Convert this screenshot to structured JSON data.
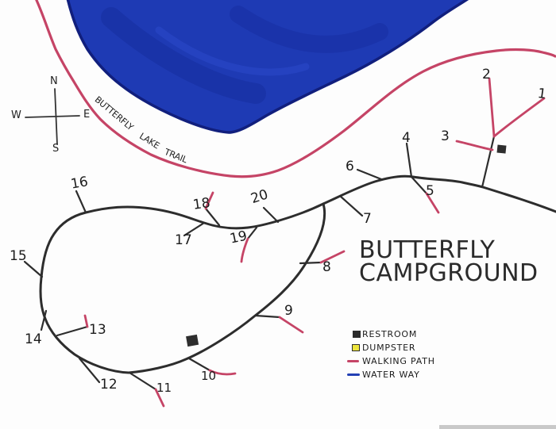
{
  "title": {
    "line1": "BUTTERFLY",
    "line2": "CAMPGROUND"
  },
  "trail_label": {
    "word1": "BUTTERFLY",
    "word2": "LAKE",
    "word3": "TRAIL"
  },
  "compass": {
    "north": "N",
    "east": "E",
    "south": "S",
    "west": "W"
  },
  "legend": {
    "items": [
      {
        "name": "restroom",
        "label": "RESTROOM",
        "swatch": "#2b2b2b"
      },
      {
        "name": "dumpster",
        "label": "DUMPSTER",
        "swatch": "#ece43c"
      },
      {
        "name": "walking-path",
        "label": "WALKING PATH",
        "swatch": "#c54466"
      },
      {
        "name": "water-way",
        "label": "WATER WAY",
        "swatch": "#2340b4"
      }
    ]
  },
  "sites": [
    {
      "number": "1"
    },
    {
      "number": "2"
    },
    {
      "number": "3"
    },
    {
      "number": "4"
    },
    {
      "number": "5"
    },
    {
      "number": "6"
    },
    {
      "number": "7"
    },
    {
      "number": "8"
    },
    {
      "number": "9"
    },
    {
      "number": "10"
    },
    {
      "number": "11"
    },
    {
      "number": "12"
    },
    {
      "number": "13"
    },
    {
      "number": "14"
    },
    {
      "number": "15"
    },
    {
      "number": "16"
    },
    {
      "number": "17"
    },
    {
      "number": "18"
    },
    {
      "number": "19"
    },
    {
      "number": "20"
    }
  ],
  "colors": {
    "lake_fill": "#1e3ab4",
    "lake_outline": "#111f7d",
    "trail_pink": "#c54466",
    "road_black": "#2d2d2d",
    "ink": "#1c1c1c"
  }
}
